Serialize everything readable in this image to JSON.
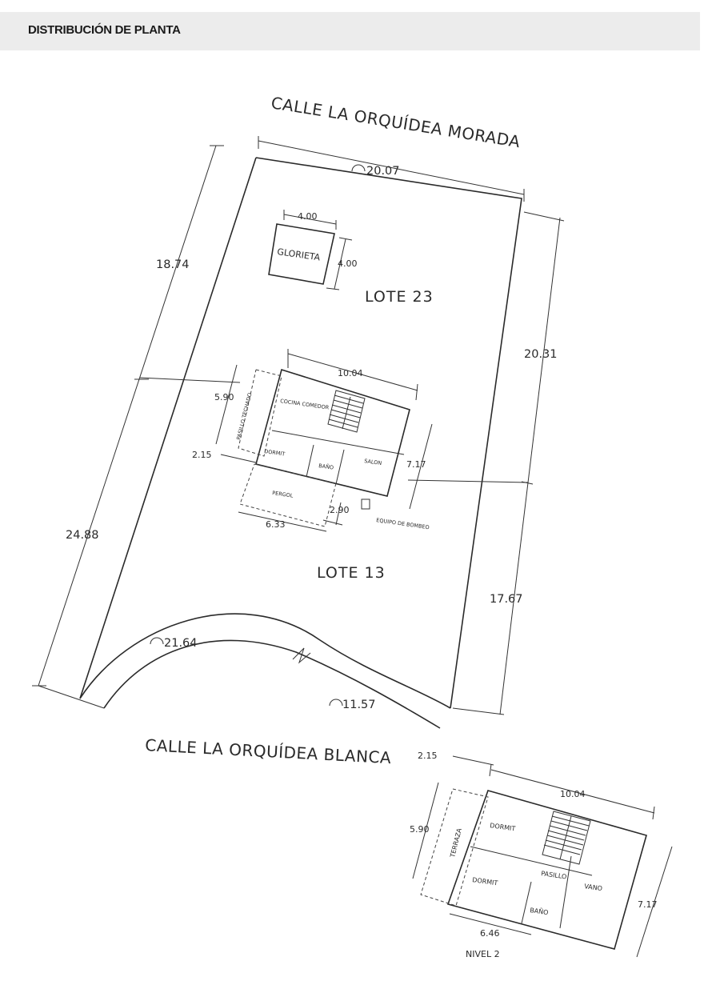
{
  "header": {
    "title": "DISTRIBUCIÓN DE PLANTA"
  },
  "site": {
    "street_top": "CALLE LA ORQUÍDEA MORADA",
    "street_bottom": "CALLE LA ORQUÍDEA BLANCA",
    "lot_upper": "LOTE 23",
    "lot_lower": "LOTE 13",
    "dims": {
      "top": "20.07",
      "left_upper": "18.74",
      "left_lower": "24.88",
      "right_upper": "20.31",
      "right_lower": "17.67",
      "arc_left": "21.64",
      "arc_right": "11.57",
      "gazebo_w": "4.00",
      "gazebo_h": "4.00",
      "house_w": "10.04",
      "house_terrace": "5.90",
      "house_hall": "2.15",
      "house_depth": "7.17",
      "pergola": "6.33",
      "pump_gap": "2.90"
    },
    "gazebo": "GLORIETA",
    "rooms": {
      "kitchen": "COCINA COMEDOR",
      "hallway": "PASILLO TECHADO",
      "bedroom": "DORMIT",
      "bath": "BAÑO",
      "living": "SALON",
      "pergola": "PERGOL",
      "pump": "EQUIPO DE BOMBEO"
    }
  },
  "level2": {
    "title": "NIVEL 2",
    "dims": {
      "top_left": "2.15",
      "width": "10.04",
      "terrace": "5.90",
      "depth": "7.17",
      "bottom": "6.46"
    },
    "rooms": {
      "terrace": "TERRAZA",
      "bedroom_top": "DORMIT",
      "bedroom_bottom": "DORMIT",
      "hall": "PASILLO",
      "void": "VANO",
      "bath": "BAÑO"
    }
  }
}
